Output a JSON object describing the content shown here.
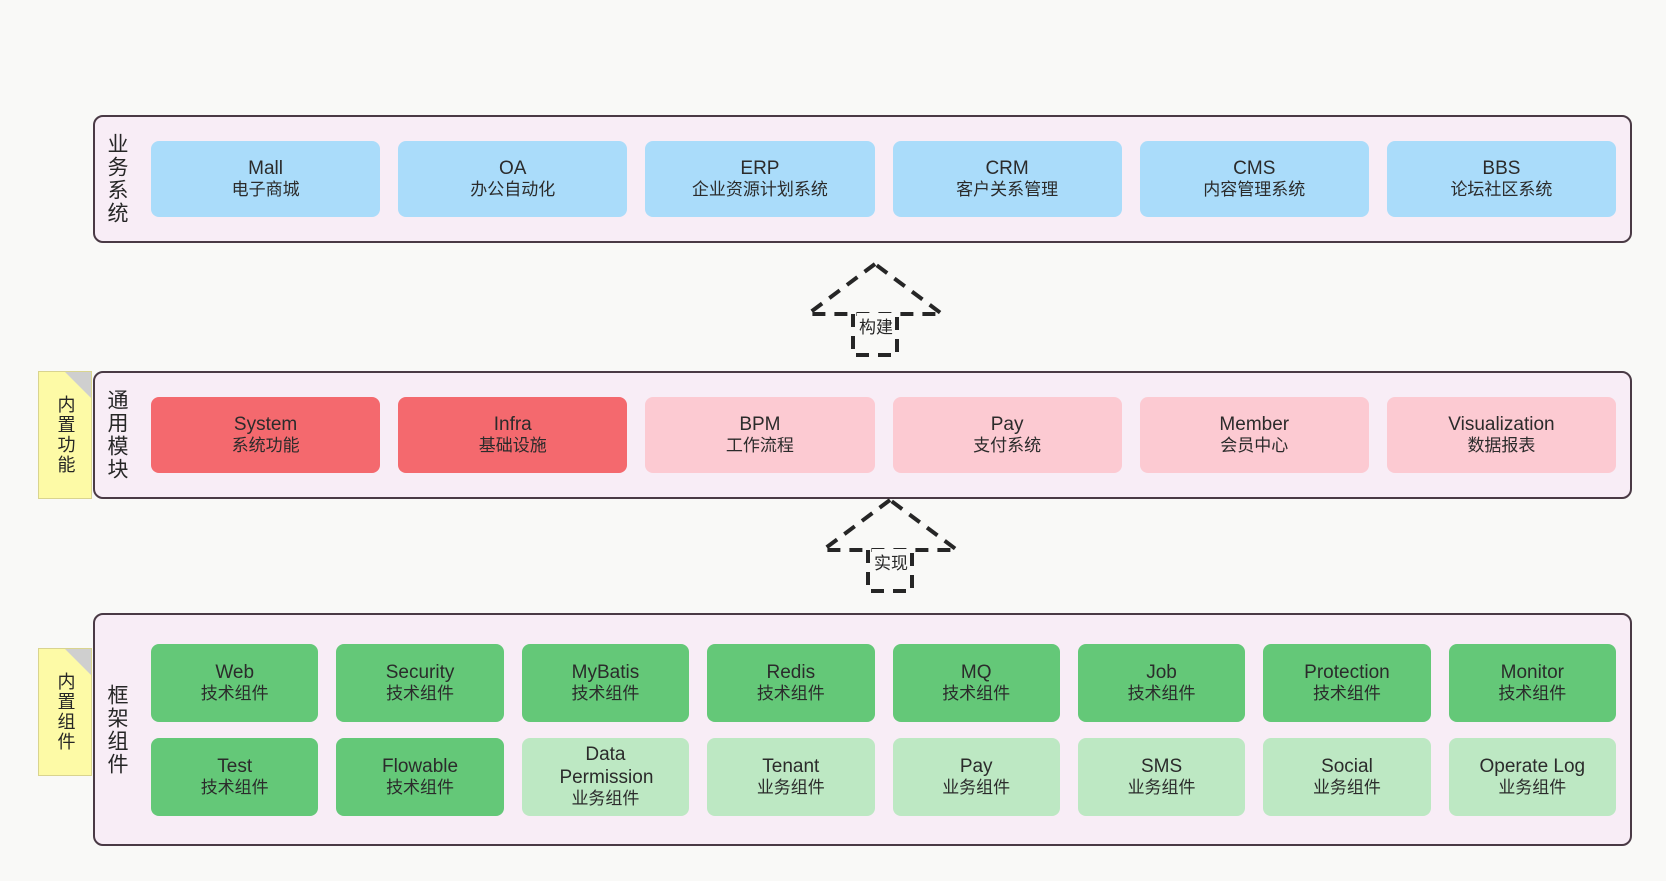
{
  "diagram": {
    "background": "#f9f9f7",
    "panel_fill": "#f8edf6",
    "panel_border": "#4a3a45",
    "note_fill": "#fdfaa6",
    "colors": {
      "blue": "#aadcfa",
      "red": "#f4696e",
      "pink": "#fccad2",
      "green": "#64c878",
      "light_green": "#bde8c3"
    }
  },
  "layers": {
    "business": {
      "title": "业务系统",
      "items": [
        {
          "en": "Mall",
          "cn": "电子商城"
        },
        {
          "en": "OA",
          "cn": "办公自动化"
        },
        {
          "en": "ERP",
          "cn": "企业资源计划系统"
        },
        {
          "en": "CRM",
          "cn": "客户关系管理"
        },
        {
          "en": "CMS",
          "cn": "内容管理系统"
        },
        {
          "en": "BBS",
          "cn": "论坛社区系统"
        }
      ]
    },
    "common": {
      "title": "通用模块",
      "note": "内置功能",
      "items": [
        {
          "en": "System",
          "cn": "系统功能"
        },
        {
          "en": "Infra",
          "cn": "基础设施"
        },
        {
          "en": "BPM",
          "cn": "工作流程"
        },
        {
          "en": "Pay",
          "cn": "支付系统"
        },
        {
          "en": "Member",
          "cn": "会员中心"
        },
        {
          "en": "Visualization",
          "cn": "数据报表"
        }
      ]
    },
    "framework": {
      "title": "框架组件",
      "note": "内置组件",
      "row1": [
        {
          "en": "Web",
          "cn": "技术组件"
        },
        {
          "en": "Security",
          "cn": "技术组件"
        },
        {
          "en": "MyBatis",
          "cn": "技术组件"
        },
        {
          "en": "Redis",
          "cn": "技术组件"
        },
        {
          "en": "MQ",
          "cn": "技术组件"
        },
        {
          "en": "Job",
          "cn": "技术组件"
        },
        {
          "en": "Protection",
          "cn": "技术组件"
        },
        {
          "en": "Monitor",
          "cn": "技术组件"
        }
      ],
      "row2": [
        {
          "en": "Test",
          "cn": "技术组件"
        },
        {
          "en": "Flowable",
          "cn": "技术组件"
        },
        {
          "en": "Data Permission",
          "cn": "业务组件"
        },
        {
          "en": "Tenant",
          "cn": "业务组件"
        },
        {
          "en": "Pay",
          "cn": "业务组件"
        },
        {
          "en": "SMS",
          "cn": "业务组件"
        },
        {
          "en": "Social",
          "cn": "业务组件"
        },
        {
          "en": "Operate Log",
          "cn": "业务组件"
        }
      ]
    }
  },
  "connectors": {
    "build": {
      "label": "构建"
    },
    "realize": {
      "label": "实现"
    }
  }
}
